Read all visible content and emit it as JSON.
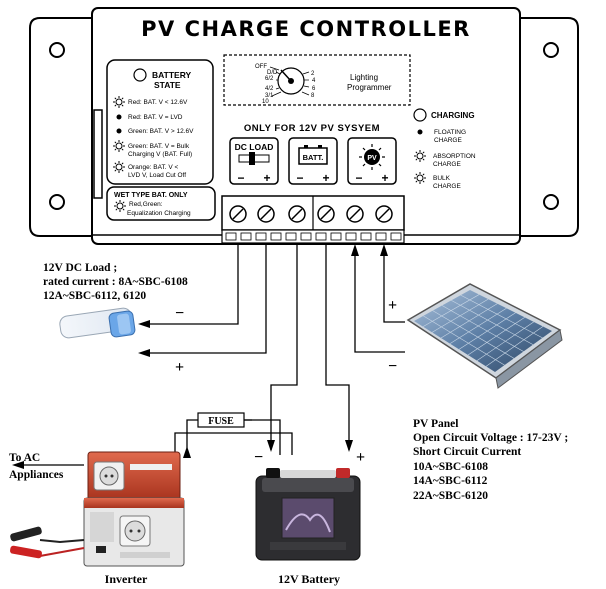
{
  "controller": {
    "title": "PV CHARGE CONTROLLER",
    "battery_state": {
      "title_line1": "BATTERY",
      "title_line2": "STATE",
      "items": [
        {
          "icon": "blink-sun-icon",
          "line1": "Red: BAT. V < 12.6V",
          "line2": ""
        },
        {
          "icon": "dot-icon",
          "line1": "Red: BAT. V = LVD",
          "line2": ""
        },
        {
          "icon": "dot-icon",
          "line1": "Green: BAT. V > 12.6V",
          "line2": ""
        },
        {
          "icon": "blink-sun-icon",
          "line1": "Green: BAT. V = Bulk",
          "line2": "Charging V (BAT. Full)"
        },
        {
          "icon": "blink-sun-icon",
          "line1": "Orange: BAT. V <",
          "line2": "LVD V, Load Cut Off"
        }
      ]
    },
    "wet_type": {
      "title": "WET TYPE BAT. ONLY",
      "line1": "Red,Green:",
      "line2": "Equalization Charging"
    },
    "programmer": {
      "label_line1": "Lighting",
      "label_line2": "Programmer",
      "left_labels": [
        "OFF",
        "D/D",
        "6/2",
        "4/2",
        "3/1",
        "10"
      ],
      "right_labels": [
        "2",
        "4",
        "6",
        "8"
      ]
    },
    "only_for": "ONLY FOR  12V PV SYSYEM",
    "terminals": {
      "dc_load": "DC LOAD",
      "batt": "BATT.",
      "pv": "PV",
      "minus": "−",
      "plus": "+"
    },
    "charging": {
      "title": "CHARGING",
      "items": [
        {
          "icon": "dot-icon",
          "line1": "FLOATING",
          "line2": "CHARGE"
        },
        {
          "icon": "blink-sun-icon",
          "line1": "ABSORPTION",
          "line2": "CHARGE"
        },
        {
          "icon": "blink-sun-icon",
          "line1": "BULK",
          "line2": "CHARGE"
        }
      ]
    }
  },
  "dc_load_text": {
    "line1": "12V DC Load ;",
    "line2": "rated current : 8A~SBC-6108",
    "line3": "12A~SBC-6112, 6120"
  },
  "pv_panel_text": {
    "line1": "PV Panel",
    "line2": "Open Circuit Voltage : 17-23V ;",
    "line3": "Short Circuit Current",
    "line4": "10A~SBC-6108",
    "line5": "14A~SBC-6112",
    "line6": "22A~SBC-6120"
  },
  "fuse_label": "FUSE",
  "to_ac_line1": "To AC",
  "to_ac_line2": "Appliances",
  "inverter_label": "Inverter",
  "battery_label": "12V Battery",
  "polarity": {
    "minus": "−",
    "plus": "+"
  },
  "colors": {
    "led_red": "#d32020",
    "inverter_red": "#c8442c",
    "panel_blue": "#5d7fa6",
    "lamp_blue": "#6aa6e8"
  }
}
